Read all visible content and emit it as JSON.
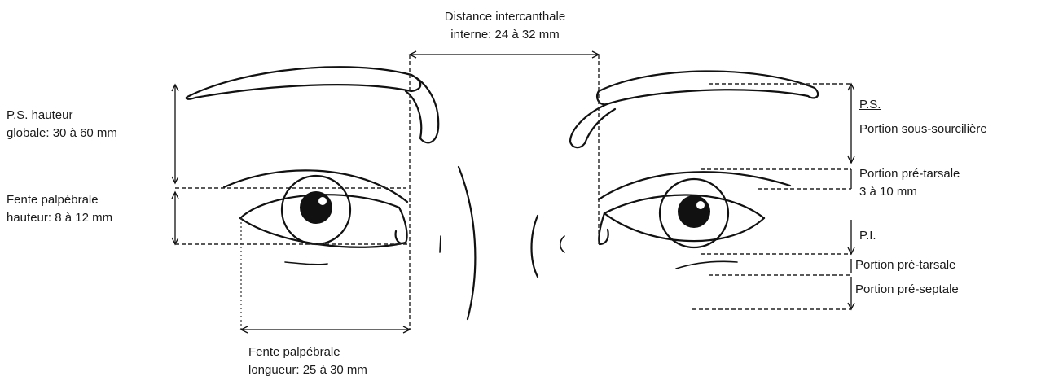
{
  "labels": {
    "intercanthal_line1": "Distance intercanthale",
    "intercanthal_line2": "interne: 24 à 32 mm",
    "ps_height_line1": "P.S. hauteur",
    "ps_height_line2": "globale: 30 à 60 mm",
    "fente_height_line1": "Fente palpébrale",
    "fente_height_line2": "hauteur: 8 à 12 mm",
    "fente_length_line1": "Fente palpébrale",
    "fente_length_line2": "longueur: 25 à 30 mm",
    "ps_abbrev": "P.S.",
    "portion_sous_sourciliere": "Portion sous-sourcilière",
    "portion_pre_tarsale_upper_line1": "Portion pré-tarsale",
    "portion_pre_tarsale_upper_line2": "3 à 10 mm",
    "pi_abbrev": "P.I.",
    "portion_pre_tarsale_lower": "Portion pré-tarsale",
    "portion_pre_septale": "Portion pré-septale"
  }
}
